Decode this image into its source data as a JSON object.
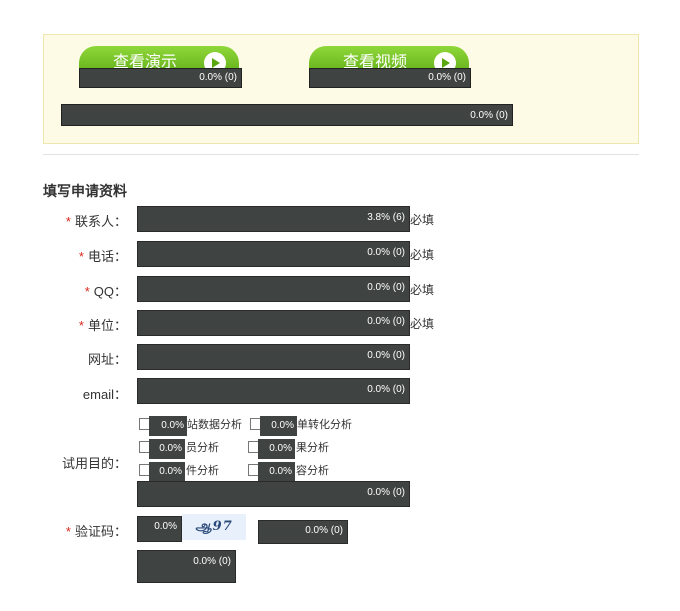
{
  "top_panel": {
    "demo_button": {
      "label": "查看演示",
      "stat": "0.0% (0)"
    },
    "video_button": {
      "label": "查看视频",
      "stat": "0.0% (0)"
    },
    "notice_stat": "0.0% (0)"
  },
  "form": {
    "title": "填写申请资料",
    "required_mark": "*",
    "required_hint": "必填",
    "fields": {
      "contact": {
        "label": "联系人：",
        "stat": "3.8% (6)"
      },
      "phone": {
        "label": "电话：",
        "stat": "0.0% (0)"
      },
      "qq": {
        "label": "QQ：",
        "stat": "0.0% (0)"
      },
      "company": {
        "label": "单位：",
        "stat": "0.0% (0)"
      },
      "website": {
        "label": "网址：",
        "stat": "0.0% (0)"
      },
      "email": {
        "label": "email：",
        "stat": "0.0% (0)"
      }
    },
    "purpose": {
      "label": "试用目的：",
      "options": [
        {
          "label": "站数据分析",
          "stat": "0.0%"
        },
        {
          "label": "单转化分析",
          "stat": "0.0%"
        },
        {
          "label": "员分析",
          "stat": "0.0%"
        },
        {
          "label": "果分析",
          "stat": "0.0%"
        },
        {
          "label": "件分析",
          "stat": "0.0%"
        },
        {
          "label": "容分析",
          "stat": "0.0%"
        }
      ],
      "other_stat": "0.0% (0)"
    },
    "captcha": {
      "label": "验证码：",
      "input_stat": "0.0%",
      "image_text": "ஆ97",
      "refresh_stat": "0.0% (0)"
    },
    "submit_stat": "0.0% (0)"
  }
}
